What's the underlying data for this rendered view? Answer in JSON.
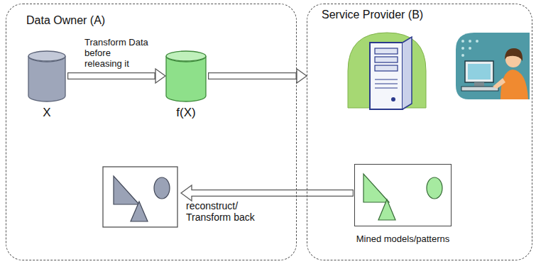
{
  "diagram": {
    "nodes": [
      {
        "text": [
          "Data Owner (A)"
        ]
      },
      {
        "text": [
          "X"
        ],
        "in": 0
      },
      {
        "text": [
          "f(X)"
        ],
        "in": 0
      },
      {
        "text": [
          "Service Provider (B)"
        ]
      },
      {
        "text": [
          "Mined models/patterns"
        ],
        "in": 3
      }
    ],
    "edges": [
      {
        "from": 1,
        "to": 2,
        "arrow": "to",
        "label": "Transform Data before releasing it"
      },
      {
        "from": 2,
        "to": 3,
        "arrow": "to"
      }
    ],
    "labels": [
      "reconstruct/ Transform back"
    ]
  }
}
